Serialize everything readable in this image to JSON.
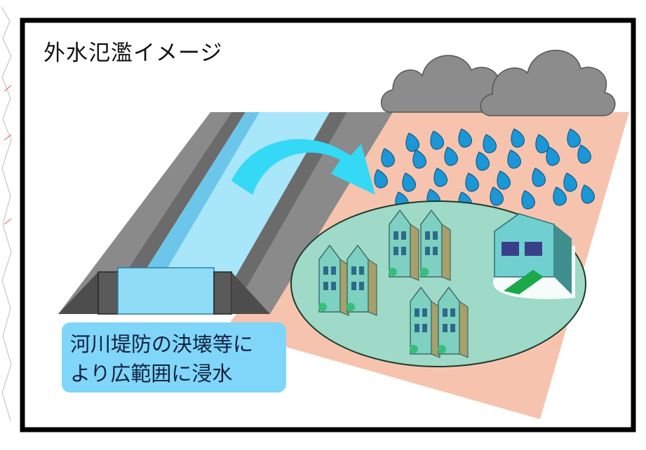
{
  "figure": {
    "title": "外水氾濫イメージ",
    "callout": {
      "line1": "河川堤防の決壊等に",
      "line2": "より広範囲に浸水"
    },
    "colors": {
      "frame": "#000000",
      "flood_ground": "#f6c4ae",
      "river_water": "#7fd3f3",
      "levee_gray": "#6a6a6a",
      "arrow": "#33d9f5",
      "rain": "#1b96d6",
      "cloud": "#8c8c8c",
      "flood_area": "#9fd9c7",
      "callout_bg": "#7fd6f8"
    },
    "icons": [
      "cloud-icon",
      "raindrop-icon",
      "house-icon",
      "overflow-arrow-icon"
    ]
  }
}
